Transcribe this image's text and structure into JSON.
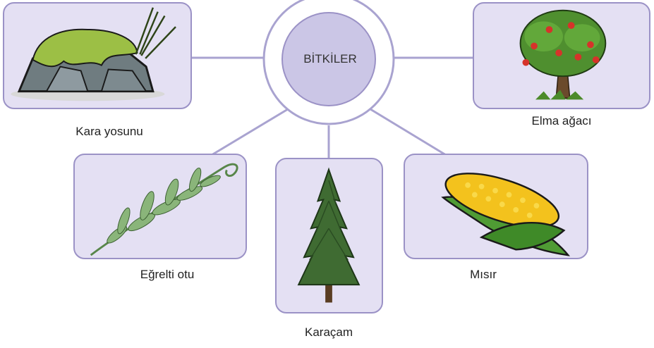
{
  "center": {
    "label": "BİTKİLER",
    "fill": "#cbc6e6",
    "stroke": "#9b92c6"
  },
  "plants": [
    {
      "name": "Kara yosunu",
      "icon": "moss-on-rock-icon"
    },
    {
      "name": "Elma ağacı",
      "icon": "apple-tree-icon"
    },
    {
      "name": "Eğrelti otu",
      "icon": "fern-icon"
    },
    {
      "name": "Karaçam",
      "icon": "pine-tree-icon"
    },
    {
      "name": "Mısır",
      "icon": "corn-icon"
    }
  ],
  "colors": {
    "card_fill": "#e4e0f3",
    "card_border": "#9b92c6",
    "connector": "#a9a3d0"
  }
}
